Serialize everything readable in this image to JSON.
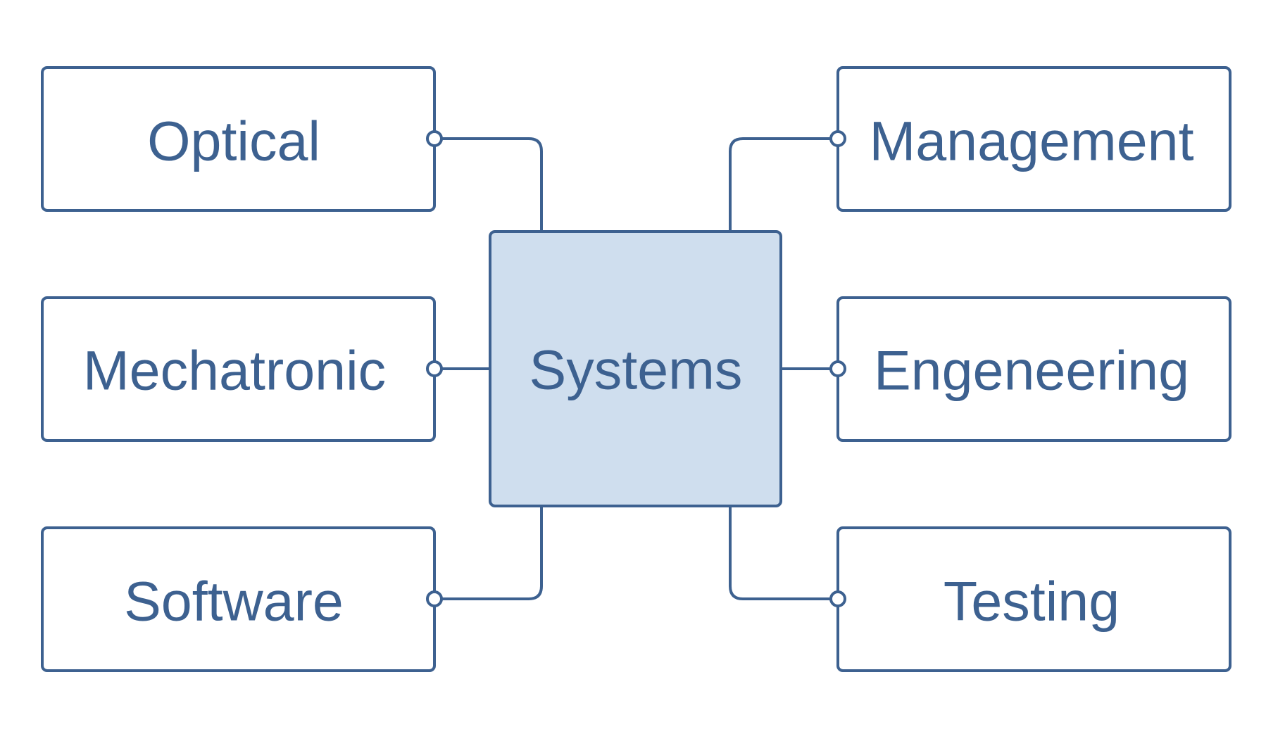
{
  "diagram": {
    "center": {
      "label": "Systems"
    },
    "left": [
      {
        "label": "Optical"
      },
      {
        "label": "Mechatronic"
      },
      {
        "label": "Software"
      }
    ],
    "right": [
      {
        "label": "Management"
      },
      {
        "label": "Engeneering"
      },
      {
        "label": "Testing"
      }
    ]
  },
  "colors": {
    "stroke": "#3d6190",
    "text": "#3d6190",
    "center_fill": "#cfdeee",
    "box_fill": "#ffffff",
    "background": "#ffffff"
  }
}
